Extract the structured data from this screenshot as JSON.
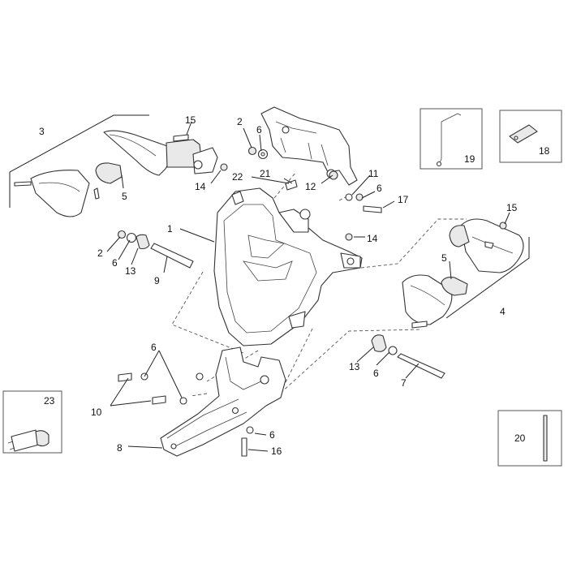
{
  "callouts": {
    "c1": "1",
    "c2a": "2",
    "c2b": "2",
    "c3": "3",
    "c4": "4",
    "c5a": "5",
    "c5b": "5",
    "c6a": "6",
    "c6b": "6",
    "c6c": "6",
    "c6d": "6",
    "c6e": "6",
    "c6f": "6",
    "c7": "7",
    "c8": "8",
    "c9": "9",
    "c10": "10",
    "c11": "11",
    "c12": "12",
    "c13a": "13",
    "c13b": "13",
    "c14a": "14",
    "c14b": "14",
    "c15a": "15",
    "c15b": "15",
    "c16": "16",
    "c17": "17",
    "c18": "18",
    "c19": "19",
    "c20": "20",
    "c21": "21",
    "c22": "22",
    "c23": "23"
  },
  "icons": {
    "headlight": "headlight-assembly-icon",
    "bracket": "mounting-bracket-icon",
    "indicator": "turn-signal-icon",
    "bulb": "bulb-icon",
    "bolt": "bolt-icon",
    "washer": "washer-icon",
    "nut": "nut-icon"
  }
}
